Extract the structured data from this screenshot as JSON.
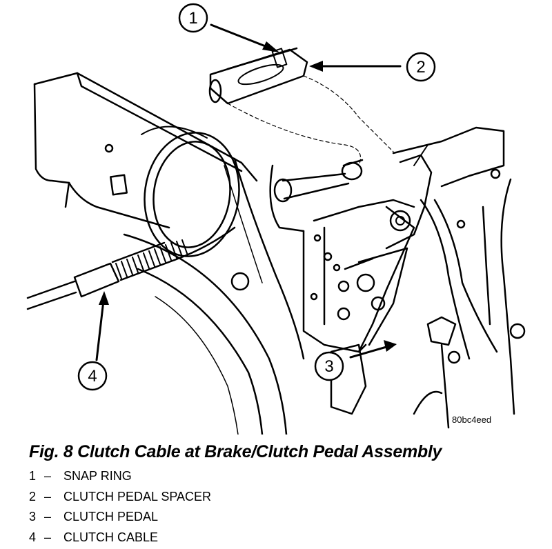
{
  "figure": {
    "code": "80bc4eed",
    "caption": "Fig. 8 Clutch Cable at Brake/Clutch Pedal Assembly"
  },
  "callouts": [
    {
      "number": "1",
      "label": "SNAP RING"
    },
    {
      "number": "2",
      "label": "CLUTCH PEDAL SPACER"
    },
    {
      "number": "3",
      "label": "CLUTCH PEDAL"
    },
    {
      "number": "4",
      "label": "CLUTCH CABLE"
    }
  ],
  "legend_separator": "–"
}
